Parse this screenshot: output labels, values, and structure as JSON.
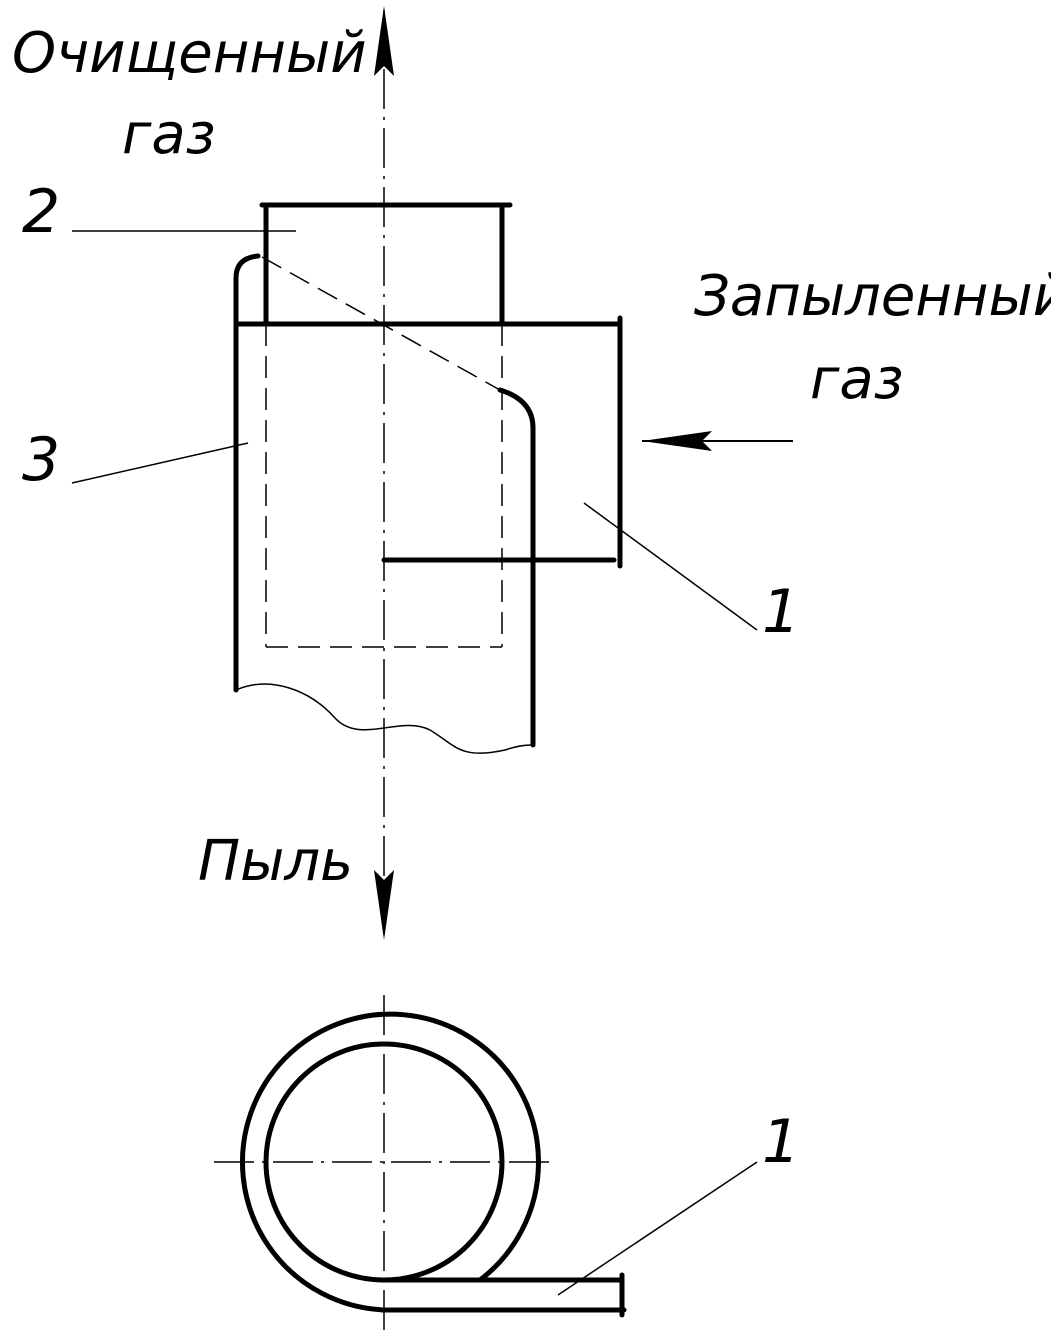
{
  "labels": {
    "clean_gas_line1": "Очищенный",
    "clean_gas_line2": "газ",
    "dusty_gas_line1": "Запыленный",
    "dusty_gas_line2": "газ",
    "dust": "Пыль"
  },
  "callouts": {
    "outlet_pipe": "2",
    "body": "3",
    "inlet_pipe_front": "1",
    "inlet_pipe_top": "1"
  }
}
